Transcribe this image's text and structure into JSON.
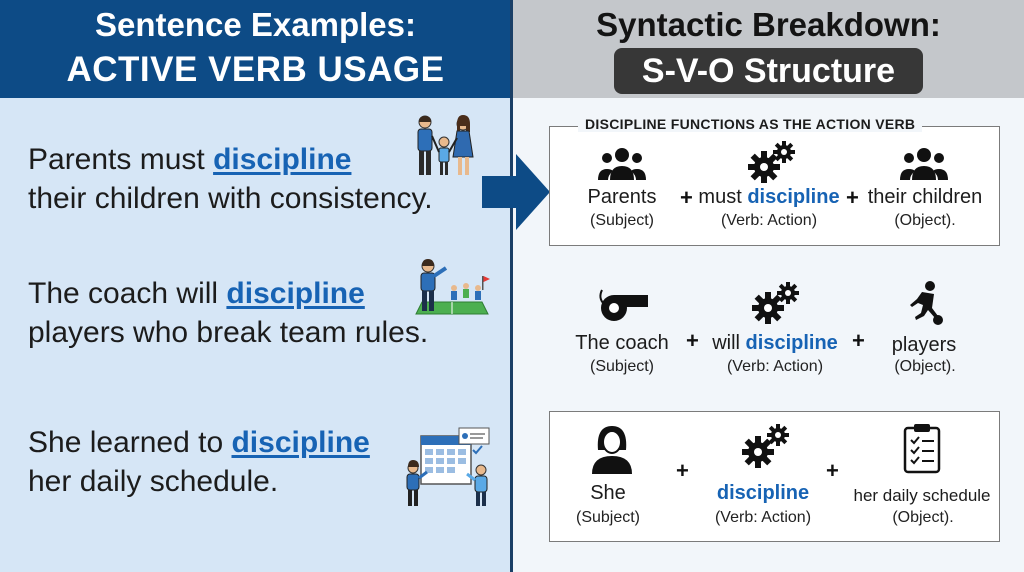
{
  "left_header": {
    "line1": "Sentence Examples:",
    "line2": "ACTIVE VERB USAGE"
  },
  "right_header": {
    "line1": "Syntactic Breakdown:",
    "line2": "S-V-O Structure"
  },
  "sentences": [
    {
      "before": "Parents must ",
      "verb": "discipline",
      "after": "their children with consistency."
    },
    {
      "before": "The coach will ",
      "verb": "discipline",
      "after": "players who break team rules."
    },
    {
      "before": "She learned to ",
      "verb": "discipline",
      "after": "her daily schedule."
    }
  ],
  "breakdown_title": "DISCIPLINE FUNCTIONS AS THE ACTION VERB",
  "plus": "+",
  "rows": [
    {
      "subject": "Parents",
      "subject_role": "(Subject)",
      "verb_pre": "must ",
      "verb": "discipline",
      "verb_role": "(Verb: Action)",
      "object": "their children",
      "object_role": "(Object)."
    },
    {
      "subject": "The coach",
      "subject_role": "(Subject)",
      "verb_pre": "will ",
      "verb": "discipline",
      "verb_role": "(Verb: Action)",
      "object": "players",
      "object_role": "(Object)."
    },
    {
      "subject": "She",
      "subject_role": "(Subject)",
      "verb_pre": "",
      "verb": "discipline",
      "verb_role": "(Verb: Action)",
      "object": "her daily schedule",
      "object_role": "(Object)."
    }
  ],
  "colors": {
    "left_header": "#0d4b86",
    "left_bg": "#d6e6f6",
    "verb": "#1763b4",
    "right_header": "#c4c7cb",
    "pill": "#373737"
  },
  "icons": [
    "family-illustration",
    "coach-illustration",
    "schedule-illustration",
    "group-icon",
    "gears-icon",
    "whistle-icon",
    "soccer-player-icon",
    "woman-icon",
    "clipboard-checklist-icon",
    "right-arrow-icon"
  ]
}
